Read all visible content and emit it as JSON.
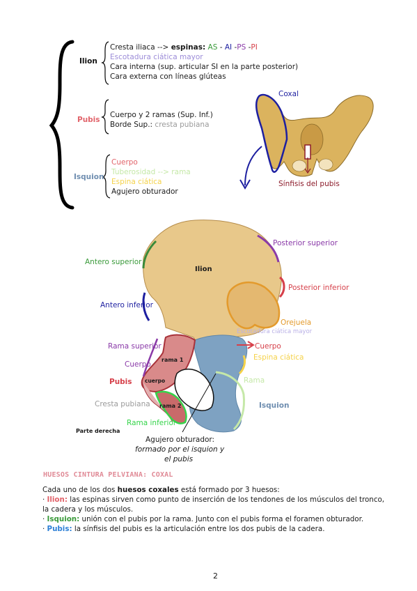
{
  "colors": {
    "ilion": "#111111",
    "pubis": "#d6404a",
    "isquion": "#6f8eb0",
    "purple": "#8a3aa8",
    "navy": "#1d1fa0",
    "lavender": "#9c8cd8",
    "green": "#3a9a3a",
    "orange": "#e39a2c",
    "lime": "#35d44a",
    "lightgreen": "#a8e4a0",
    "gray": "#9a9a9a",
    "maroon": "#8c1b2a",
    "pink": "#e1636a",
    "palegreen": "#c5e8a8",
    "yellow": "#f5d24a",
    "blue": "#2c7fd6"
  },
  "summary": {
    "ilion": {
      "label": "Ilion",
      "lines": [
        {
          "t1": "Cresta iliaca --> ",
          "bold": "espinas:",
          "as": " AS",
          "d1": " - ",
          "ai": "AI",
          "d2": " -",
          "ps": "PS",
          "d3": " -",
          "pi": "PI"
        },
        "Escotadura ciática mayor",
        "Cara interna (sup. articular SI en la parte posterior)",
        "Cara externa con líneas glúteas"
      ]
    },
    "pubis": {
      "label": "Pubis",
      "line1": "Cuerpo y 2 ramas (Sup. Inf.)",
      "line2a": "Borde Sup.: ",
      "line2b": "cresta pubiana"
    },
    "isquion": {
      "label": "Isquion",
      "lines": [
        "Cuerpo",
        "Tuberosidad --> rama",
        "Espina ciática",
        "Agujero obturador"
      ]
    }
  },
  "pelvis": {
    "coxal": "Coxal",
    "sinfisis": "Sínfisis del pubis"
  },
  "hip": {
    "antero_superior": "Antero superior",
    "antero_inferior": "Antero inferior",
    "ilion": "Ilion",
    "posterior_superior": "Posterior superior",
    "posterior_inferior": "Posterior inferior",
    "orejuela": "Orejuela",
    "escotadura": "Escotadura ciática mayor",
    "rama_superior": "Rama superior",
    "cuerpo_left": "Cuerpo",
    "pubis": "Pubis",
    "cresta_pubiana": "Cresta pubiana",
    "rama_inferior": "Rama inferior",
    "rama1": "rama 1",
    "cuerpo_small": "cuerpo",
    "rama2": "rama 2",
    "cuerpo_right": "Cuerpo",
    "espina_ciatica": "Espina ciática",
    "rama": "Rama",
    "isquion": "Isquion",
    "parte_derecha": "Parte derecha",
    "agujero1": "Agujero obturador:",
    "agujero2": "formado por el isquion y",
    "agujero3": "el pubis"
  },
  "section_title": "HUESOS CINTURA PELVIANA: COXAL",
  "para": {
    "intro_a": "Cada uno de los dos ",
    "intro_b": "huesos coxales",
    "intro_c": " está formado por 3 huesos:",
    "ilion_dot": "· ",
    "ilion_label": "Ilion:",
    "ilion_text1": " las espinas sirven como punto de inserción de los tendones de los músculos del tronco,",
    "ilion_text2": "la cadera y los músculos.",
    "isquion_dot": "· ",
    "isquion_label": "Isquion:",
    "isquion_text": " unión con el pubis por la rama. Junto con el pubis forma el foramen obturador.",
    "pubis_dot": "· ",
    "pubis_label": "Pubis:",
    "pubis_text": " la sínfisis del pubis es la articulación entre los dos pubis de la cadera."
  },
  "page_number": "2"
}
